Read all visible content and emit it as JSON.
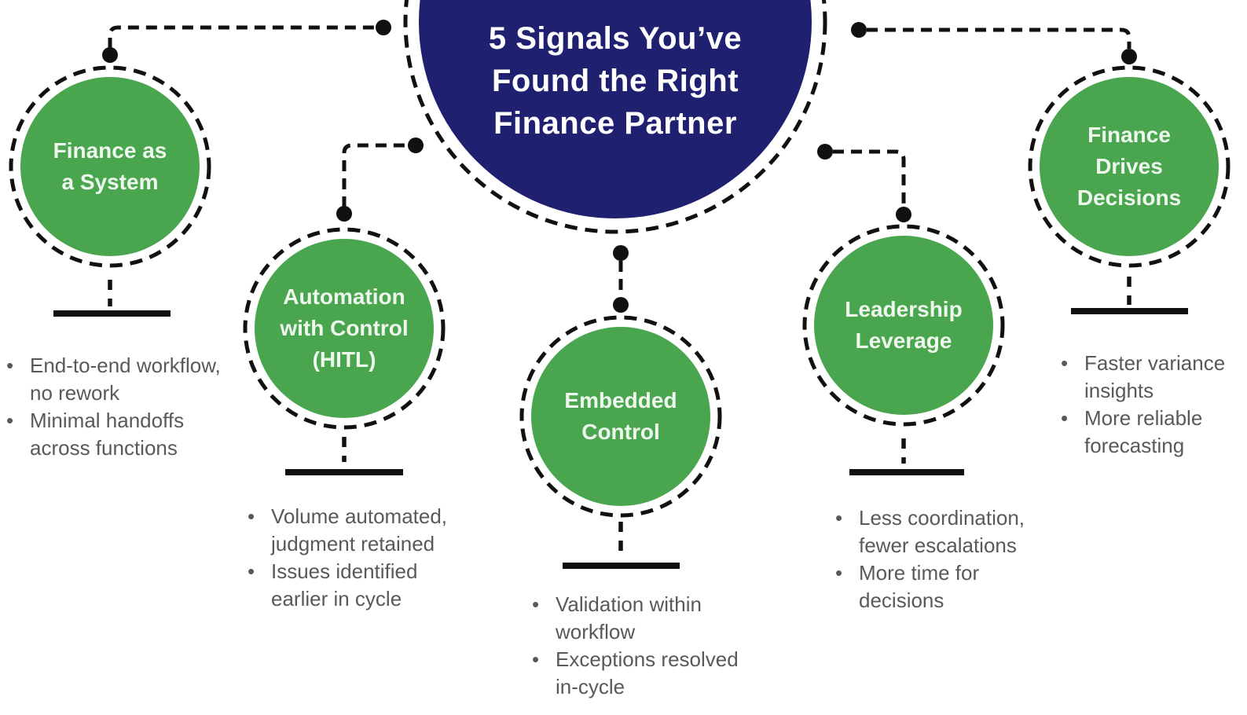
{
  "center": {
    "title": "5 Signals You’ve Found the Right Finance Partner",
    "title_lines": [
      "5 Signals You’ve",
      "Found the Right",
      "Finance Partner"
    ]
  },
  "signals": [
    {
      "label": "Finance as a System",
      "label_lines": [
        "Finance as",
        "a System"
      ],
      "bullets": [
        "End-to-end workflow, no rework",
        "Minimal handoffs across functions"
      ]
    },
    {
      "label": "Automation with Control (HITL)",
      "label_lines": [
        "Automation",
        "with Control",
        "(HITL)"
      ],
      "bullets": [
        "Volume automated, judgment retained",
        "Issues identified earlier in cycle"
      ]
    },
    {
      "label": "Embedded Control",
      "label_lines": [
        "Embedded",
        "Control"
      ],
      "bullets": [
        "Validation within workflow",
        "Exceptions resolved in-cycle"
      ]
    },
    {
      "label": "Leadership Leverage",
      "label_lines": [
        "Leadership",
        "Leverage"
      ],
      "bullets": [
        "Less coordination, fewer escalations",
        "More time for decisions"
      ]
    },
    {
      "label": "Finance Drives Decisions",
      "label_lines": [
        "Finance",
        "Drives",
        "Decisions"
      ],
      "bullets": [
        "Faster variance insights",
        "More reliable forecasting"
      ]
    }
  ],
  "bullet_glyph": "•",
  "colors": {
    "navy": "#1f2170",
    "green": "#4aa64e",
    "title_text": "#ffffff",
    "circle_text": "#eef7ee",
    "bullet_text": "#58595b",
    "line": "#111111",
    "background": "#ffffff"
  }
}
